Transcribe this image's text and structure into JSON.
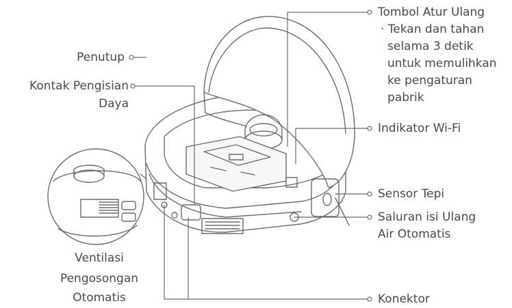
{
  "labels": {
    "reset_button": "Tombol Atur Ulang",
    "reset_note": [
      "· Tekan dan tahan",
      "selama 3 detik",
      "untuk memulihkan",
      "ke pengaturan",
      "pabrik"
    ],
    "cover": "Penutup",
    "charging_contacts": [
      "Kontak Pengisian",
      "Daya"
    ],
    "wifi_indicator": "Indikator Wi-Fi",
    "edge_sensor": "Sensor Tepi",
    "auto_refill": [
      "Saluran isi Ulang",
      "Air Otomatis"
    ],
    "auto_empty_vent": [
      "Ventilasi",
      "Pengosongan",
      "Otomatis"
    ],
    "connector": "Konektor"
  },
  "colors": {
    "line": "#6b6b6b",
    "text": "#4a4a4a",
    "body": "#ffffff"
  }
}
